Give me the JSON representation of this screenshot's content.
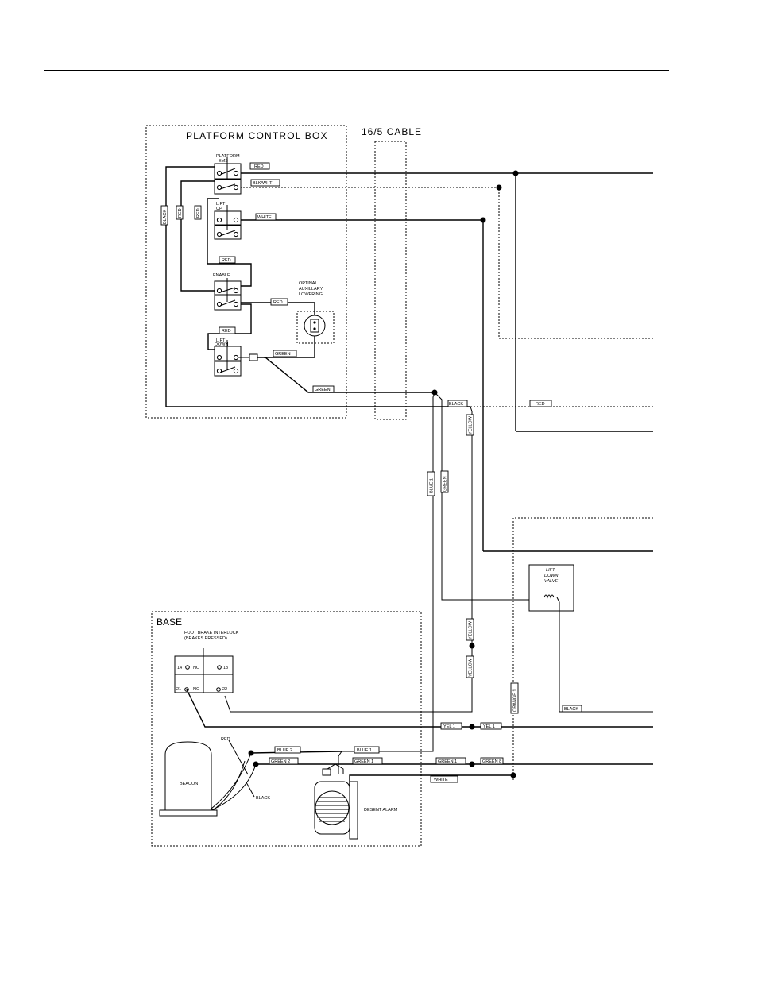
{
  "sections": {
    "platform_box": "PLATFORM CONTROL BOX",
    "cable": "16/5 CABLE",
    "base": "BASE"
  },
  "components": {
    "platform_ems": "PLATFORM EMS",
    "lift_up": "LIFT UP",
    "enable": "ENABLE",
    "lift_down": "LIFT DOWN",
    "aux_lowering": "OPTINAL AUXILLARY LOWERING",
    "lift_down_valve": "LIFT DOWN VALVE",
    "foot_brake": "FOOT BRAKE INTERLOCK",
    "foot_brake_note": "(BRAKES PRESSED)",
    "beacon": "BEACON",
    "descent_alarm": "DESENT ALARM"
  },
  "terminals": {
    "t14": "14",
    "no": "NO",
    "t13": "13",
    "t21": "21",
    "nc": "NC",
    "t22": "22"
  },
  "wires": {
    "red": "RED",
    "blk_wht": "BLK/WHT",
    "white": "WHITE",
    "black": "BLACK",
    "green": "GREEN",
    "yellow": "YELLOW",
    "blue1": "BLUE 1",
    "blue2": "BLUE 2",
    "green1": "GREEN 1",
    "green2": "GREEN 2",
    "green8": "GREEN 8",
    "yel1": "YEL 1",
    "orange1": "ORANGE 1"
  }
}
